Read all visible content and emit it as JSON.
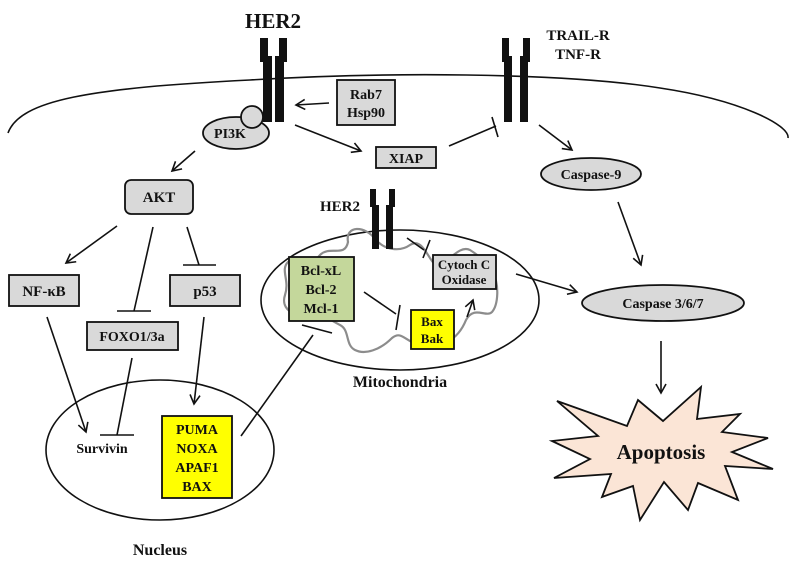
{
  "title": "HER2 signaling and apoptosis pathway",
  "colors": {
    "node_gray": "#d9d9d9",
    "node_yellow": "#ffff00",
    "node_green": "#c4d79b",
    "apoptosis_fill": "#fbe5d6",
    "membrane_line": "#111111",
    "mito_inner": "#8c8c8c"
  },
  "receptors": {
    "her2_membrane": "HER2",
    "trail_line1": "TRAIL-R",
    "trail_line2": "TNF-R",
    "her2_mito": "HER2"
  },
  "nodes": {
    "pi3k": "PI3K",
    "rab7": "Rab7",
    "hsp90": "Hsp90",
    "xiap": "XIAP",
    "akt": "AKT",
    "nfkb": "NF-κB",
    "p53": "p53",
    "foxo": "FOXO1/3a",
    "survivin": "Survivin",
    "puma": "PUMA",
    "noxa": "NOXA",
    "apaf1": "APAF1",
    "bax_n": "BAX",
    "bclxl": "Bcl-xL",
    "bcl2": "Bcl-2",
    "mcl1": "Mcl-1",
    "bax": "Bax",
    "bak": "Bak",
    "cytoch1": "Cytoch C",
    "cytoch2": "Oxidase",
    "caspase9": "Caspase-9",
    "caspase367": "Caspase 3/6/7",
    "apoptosis": "Apoptosis"
  },
  "compartments": {
    "nucleus": "Nucleus",
    "mitochondria": "Mitochondria"
  }
}
